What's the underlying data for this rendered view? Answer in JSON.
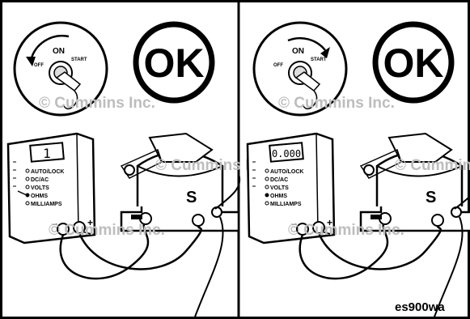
{
  "panels": [
    {
      "key": "left",
      "ok_text": "OK",
      "switch": {
        "on": "ON",
        "start": "START",
        "off": "OFF"
      },
      "meter": {
        "display": "1",
        "modes": [
          "AUTO/LOCK",
          "DC/AC",
          "VOLTS",
          "OHMS",
          "MILLIAMPS"
        ],
        "selected_mode": "OHMS",
        "minus": "−",
        "plus": "+"
      },
      "solenoid_label": "S",
      "watermarks": [
        "© Cummins Inc.",
        "© Cummins Inc.",
        "© Cummins Inc."
      ]
    },
    {
      "key": "right",
      "ok_text": "OK",
      "switch": {
        "on": "ON",
        "start": "START",
        "off": "OFF"
      },
      "meter": {
        "display": "0.000",
        "modes": [
          "AUTO/LOCK",
          "DC/AC",
          "VOLTS",
          "OHMS",
          "MILLIAMPS"
        ],
        "selected_mode": "OHMS",
        "minus": "−",
        "plus": "+"
      },
      "solenoid_label": "S",
      "watermarks": [
        "© Cummins Inc.",
        "© Cummins Inc.",
        "© Cummins Inc."
      ]
    }
  ],
  "figure_code": "es900wa"
}
